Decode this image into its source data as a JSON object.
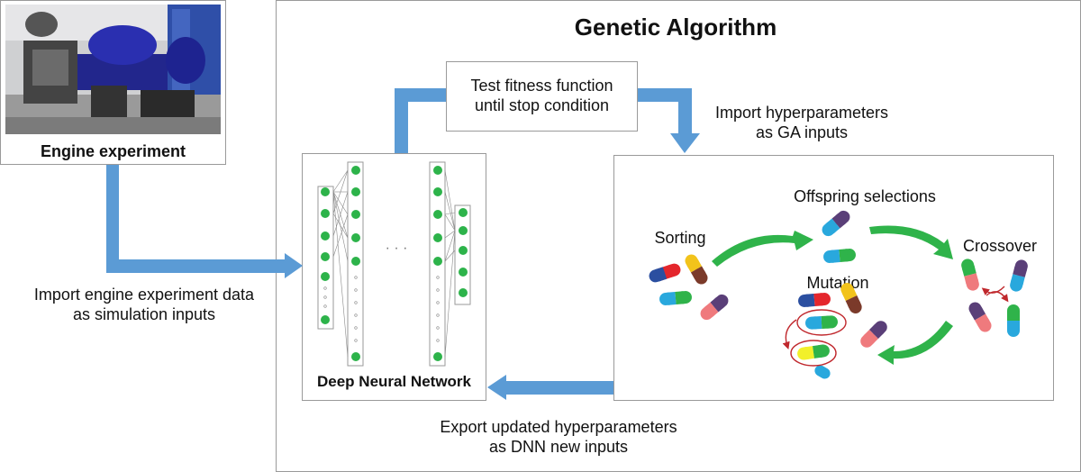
{
  "title": "Genetic Algorithm",
  "engine": {
    "caption": "Engine experiment",
    "photo_icon": "engine-test-bench-photo"
  },
  "labels": {
    "import_engine_line1": "Import engine experiment data",
    "import_engine_line2": "as simulation inputs",
    "test_fitness_line1": "Test fitness function",
    "test_fitness_line2": "until stop condition",
    "import_hyper_line1": "Import hyperparameters",
    "import_hyper_line2": "as GA inputs",
    "export_line1": "Export updated hyperparameters",
    "export_line2": "as DNN new inputs"
  },
  "dnn": {
    "caption": "Deep Neural Network",
    "ellipsis": "· · ·"
  },
  "ga": {
    "sorting": "Sorting",
    "offspring": "Offspring selections",
    "crossover": "Crossover",
    "mutation": "Mutation"
  },
  "colors": {
    "arrow_blue": "#5b9bd5",
    "node_green": "#2db34a",
    "cycle_green": "#2fb34a",
    "mutation_red": "#c0282d",
    "border_gray": "#9a9a9a"
  }
}
